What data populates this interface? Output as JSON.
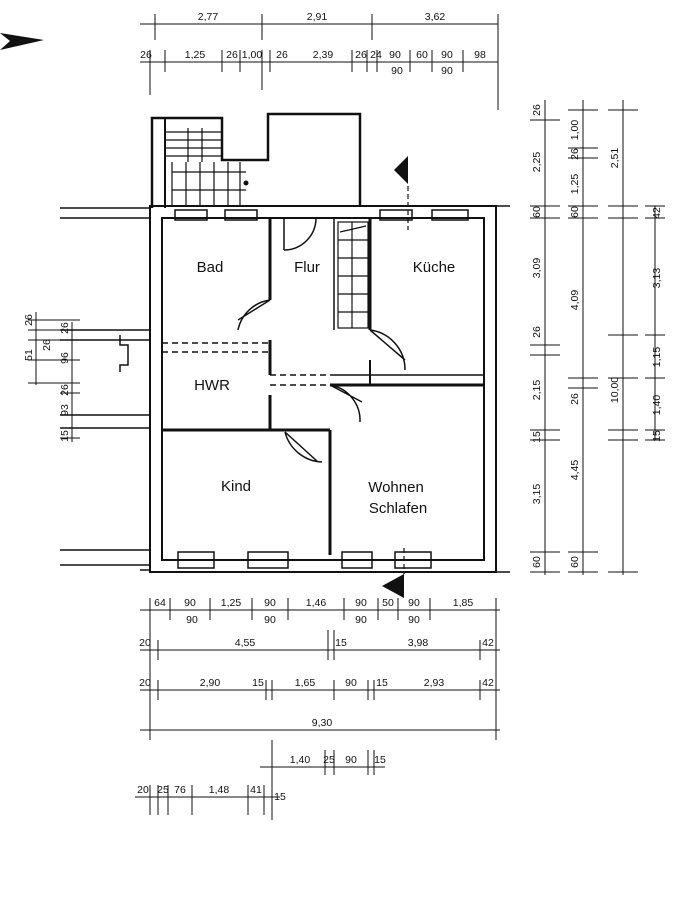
{
  "rooms": {
    "bad": "Bad",
    "flur": "Flur",
    "kueche": "Küche",
    "hwr": "HWR",
    "kind": "Kind",
    "wohnen1": "Wohnen",
    "wohnen2": "Schlafen"
  },
  "dims_top": {
    "row1": [
      "2,77",
      "2,91",
      "3,62"
    ],
    "row2": [
      "26",
      "1,25",
      "26",
      "1,00",
      "26",
      "2,39",
      "26",
      "24",
      "90",
      "60",
      "90",
      "98"
    ],
    "row2_sub": [
      "90",
      "90"
    ]
  },
  "dims_right": {
    "col1": [
      "26",
      "2,25",
      "60",
      "3,09",
      "26",
      "2,15",
      "15",
      "3,15",
      "60"
    ],
    "col2": [
      "1,00",
      "26",
      "1,25",
      "60",
      "4,09",
      "26",
      "4,45",
      "60"
    ],
    "col3": [
      "2,51",
      "42",
      "3,13",
      "1,15",
      "1,40",
      "15",
      "10,00"
    ]
  },
  "dims_left": [
    "26",
    "26",
    "51",
    "26",
    "96",
    "26",
    "93",
    "15"
  ],
  "dims_bottom": {
    "row1": [
      "64",
      "90",
      "1,25",
      "90",
      "1,46",
      "90",
      "50",
      "90",
      "1,85"
    ],
    "row1_sub": [
      "90",
      "90",
      "90",
      "90"
    ],
    "row2": [
      "20",
      "4,55",
      "15",
      "3,98",
      "42"
    ],
    "row3": [
      "20",
      "2,90",
      "15",
      "1,65",
      "90",
      "15",
      "2,93",
      "42"
    ],
    "total": "9,30",
    "row4": [
      "1,40",
      "25",
      "90",
      "15"
    ],
    "row5": [
      "20",
      "25",
      "76",
      "1,48",
      "41",
      "15"
    ]
  }
}
